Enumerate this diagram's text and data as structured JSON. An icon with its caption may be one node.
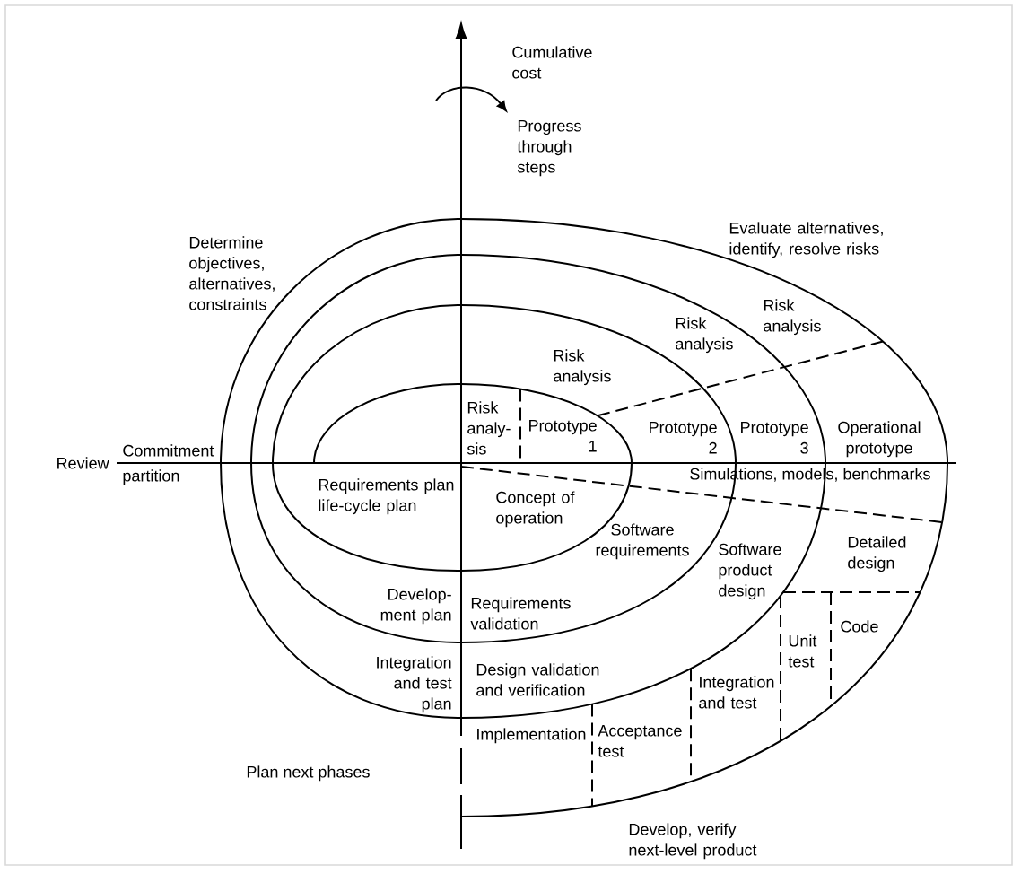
{
  "diagram": {
    "labels": [
      "Cumulative cost",
      "Progress through steps",
      "Determine objectives, alternatives, constraints",
      "Evaluate alternatives, identify, resolve risks",
      "Risk analysis",
      "Risk analysis",
      "Risk analysis",
      "Risk analy- sis",
      "Prototype 1",
      "Prototype 2",
      "Prototype 3",
      "Operational prototype",
      "Review",
      "Commitment",
      "partition",
      "Simulations, models, benchmarks",
      "Requirements plan life-cycle plan",
      "Concept of operation",
      "Software requirements",
      "Software product design",
      "Detailed design",
      "Develop- ment plan",
      "Requirements validation",
      "Code",
      "Unit test",
      "Integration and test plan",
      "Design validation and verification",
      "Integration and test",
      "Implementation",
      "Acceptance test",
      "Plan next phases",
      "Develop, verify next-level product"
    ]
  }
}
